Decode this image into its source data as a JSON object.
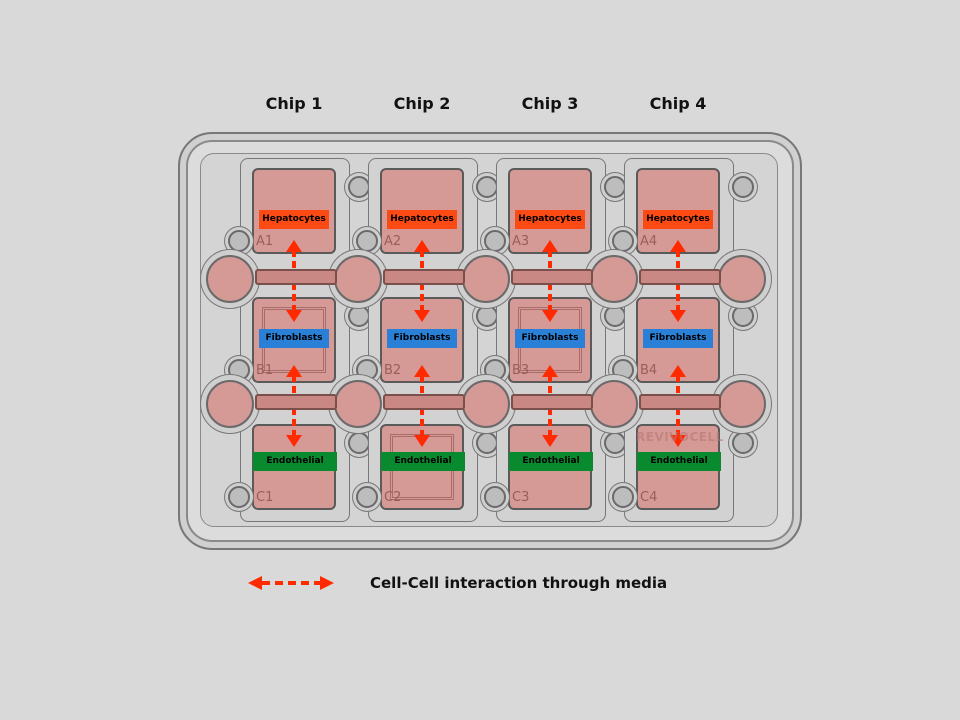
{
  "chips": [
    {
      "title": "Chip 1",
      "wells": [
        {
          "id": "A1",
          "cell": "Hepatocytes"
        },
        {
          "id": "B1",
          "cell": "Fibroblasts"
        },
        {
          "id": "C1",
          "cell": "Endothelial"
        }
      ]
    },
    {
      "title": "Chip 2",
      "wells": [
        {
          "id": "A2",
          "cell": "Hepatocytes"
        },
        {
          "id": "B2",
          "cell": "Fibroblasts"
        },
        {
          "id": "C2",
          "cell": "Endothelial"
        }
      ]
    },
    {
      "title": "Chip 3",
      "wells": [
        {
          "id": "A3",
          "cell": "Hepatocytes"
        },
        {
          "id": "B3",
          "cell": "Fibroblasts"
        },
        {
          "id": "C3",
          "cell": "Endothelial"
        }
      ]
    },
    {
      "title": "Chip 4",
      "wells": [
        {
          "id": "A4",
          "cell": "Hepatocytes"
        },
        {
          "id": "B4",
          "cell": "Fibroblasts"
        },
        {
          "id": "C4",
          "cell": "Endothelial"
        }
      ]
    }
  ],
  "watermark": "REVIVOCELL",
  "legend": {
    "text": "Cell-Cell interaction through media"
  },
  "colors": {
    "hepatocytes": "#fb4a14",
    "fibroblasts": "#2a7fd6",
    "endothelial": "#0a8a2e",
    "arrow": "#ff2a00",
    "well": "#d69a96"
  }
}
